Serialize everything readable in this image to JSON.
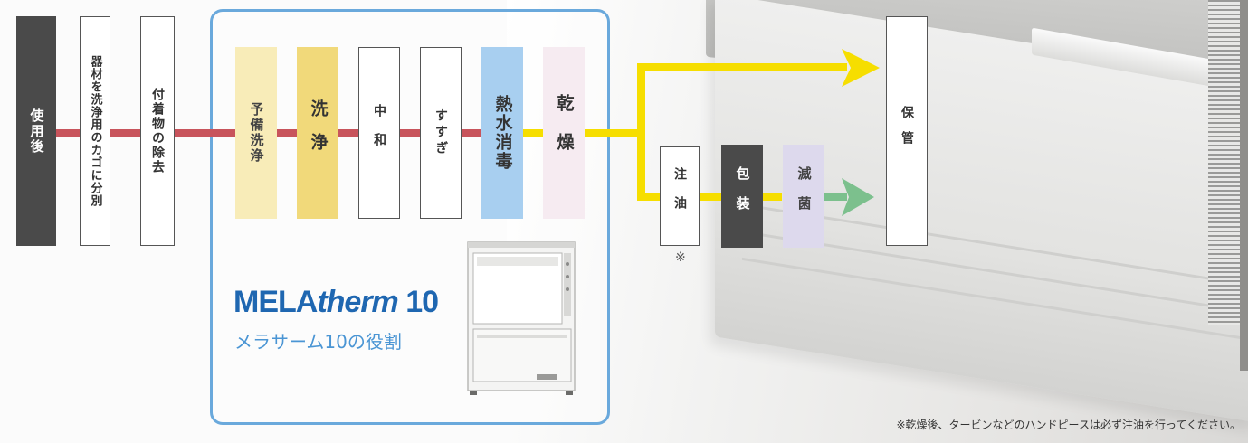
{
  "colors": {
    "red_line": "#c8545c",
    "yellow_line": "#f6de00",
    "green_line": "#7cc08d",
    "box_border": "#6aa9dc",
    "brand_blue": "#1f67b1"
  },
  "steps": {
    "after_use": "使用後",
    "sort_into_basket": "器材を洗浄用のカゴに分別",
    "remove_deposits": "付着物の除去",
    "prewash": "予備洗浄",
    "wash": "洗浄",
    "neutralize": "中和",
    "rinse": "すすぎ",
    "thermal_disinfection": "熱水消毒",
    "dry": "乾燥",
    "oil": "注油",
    "pack": "包装",
    "sterilize": "滅菌",
    "storage": "保管"
  },
  "brand": {
    "logo_mela": "MELA",
    "logo_therm": "therm",
    "logo_num": " 10",
    "subtitle": "メラサーム10の役割"
  },
  "note_mark": "※",
  "footnote": "※乾燥後、タービンなどのハンドピースは必ず注油を行ってください。",
  "icons": [
    "arrow-right-icon",
    "washer-disinfector-image"
  ]
}
